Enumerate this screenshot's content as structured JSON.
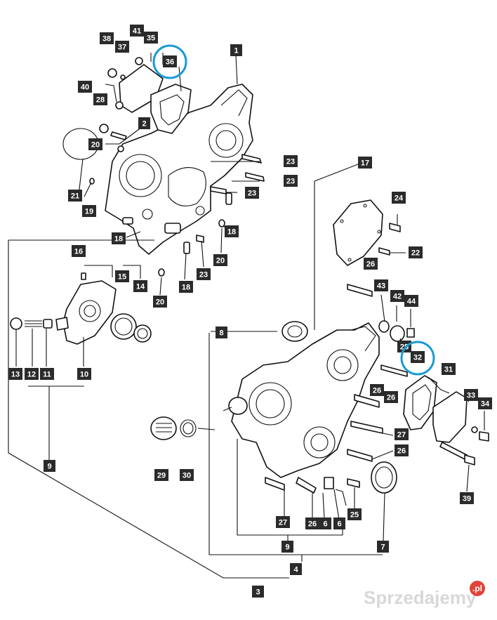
{
  "diagram": {
    "callouts": [
      {
        "id": "1",
        "text": "1"
      },
      {
        "id": "2",
        "text": "2"
      },
      {
        "id": "3",
        "text": "3"
      },
      {
        "id": "4",
        "text": "4"
      },
      {
        "id": "6a",
        "text": "6"
      },
      {
        "id": "6b",
        "text": "6"
      },
      {
        "id": "7",
        "text": "7"
      },
      {
        "id": "8",
        "text": "8"
      },
      {
        "id": "9a",
        "text": "9"
      },
      {
        "id": "9b",
        "text": "9"
      },
      {
        "id": "10",
        "text": "10"
      },
      {
        "id": "11",
        "text": "11"
      },
      {
        "id": "12",
        "text": "12"
      },
      {
        "id": "13",
        "text": "13"
      },
      {
        "id": "14",
        "text": "14"
      },
      {
        "id": "15",
        "text": "15"
      },
      {
        "id": "16",
        "text": "16"
      },
      {
        "id": "17",
        "text": "17"
      },
      {
        "id": "18a",
        "text": "18"
      },
      {
        "id": "18b",
        "text": "18"
      },
      {
        "id": "18c",
        "text": "18"
      },
      {
        "id": "19",
        "text": "19"
      },
      {
        "id": "20a",
        "text": "20"
      },
      {
        "id": "20b",
        "text": "20"
      },
      {
        "id": "20c",
        "text": "20"
      },
      {
        "id": "21",
        "text": "21"
      },
      {
        "id": "22",
        "text": "22"
      },
      {
        "id": "23a",
        "text": "23"
      },
      {
        "id": "23b",
        "text": "23"
      },
      {
        "id": "23c",
        "text": "23"
      },
      {
        "id": "23d",
        "text": "23"
      },
      {
        "id": "24",
        "text": "24"
      },
      {
        "id": "25a",
        "text": "25"
      },
      {
        "id": "25b",
        "text": "25"
      },
      {
        "id": "26a",
        "text": "26"
      },
      {
        "id": "26b",
        "text": "26"
      },
      {
        "id": "26c",
        "text": "26"
      },
      {
        "id": "26d",
        "text": "26"
      },
      {
        "id": "26e",
        "text": "26"
      },
      {
        "id": "27a",
        "text": "27"
      },
      {
        "id": "27b",
        "text": "27"
      },
      {
        "id": "28",
        "text": "28"
      },
      {
        "id": "29",
        "text": "29"
      },
      {
        "id": "30",
        "text": "30"
      },
      {
        "id": "31",
        "text": "31"
      },
      {
        "id": "32",
        "text": "32"
      },
      {
        "id": "33",
        "text": "33"
      },
      {
        "id": "34",
        "text": "34"
      },
      {
        "id": "35",
        "text": "35"
      },
      {
        "id": "36",
        "text": "36"
      },
      {
        "id": "37",
        "text": "37"
      },
      {
        "id": "38",
        "text": "38"
      },
      {
        "id": "39",
        "text": "39"
      },
      {
        "id": "40",
        "text": "40"
      },
      {
        "id": "41",
        "text": "41"
      },
      {
        "id": "42",
        "text": "42"
      },
      {
        "id": "43",
        "text": "43"
      },
      {
        "id": "44",
        "text": "44"
      }
    ],
    "highlight_color": "#1a9bd4",
    "highlighted_parts": [
      "36",
      "32"
    ]
  },
  "watermark": {
    "text": "Sprzedajemy",
    "badge": ".pl"
  }
}
